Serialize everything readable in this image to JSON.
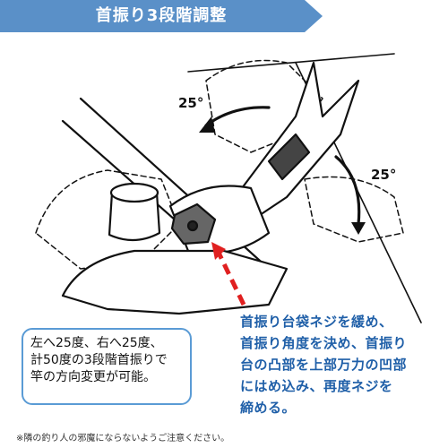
{
  "banner": {
    "title": "首振り3段階調整",
    "color": "#5a90c8"
  },
  "illustration": {
    "angle_left": "25°",
    "angle_right": "25°",
    "arrow_color": "#e02020"
  },
  "note_box": {
    "lines": [
      "左へ25度、右へ25度、",
      "計50度の3段階首振りで",
      "竿の方向変更が可能。"
    ],
    "border_color": "#5a9bd5"
  },
  "instructions": {
    "lines": [
      "首振り台袋ネジを緩め、",
      "首振り角度を決め、首振り",
      "台の凸部を上部万力の凹部",
      "にはめ込み、再度ネジを",
      "締める。"
    ],
    "color": "#1f5fa8"
  },
  "footnote": "※隣の釣り人の邪魔にならないようご注意ください。",
  "icons": {
    "arrow_left": "curved-arrow-icon",
    "arrow_right": "curved-arrow-icon",
    "pointer": "dashed-arrow-icon"
  }
}
